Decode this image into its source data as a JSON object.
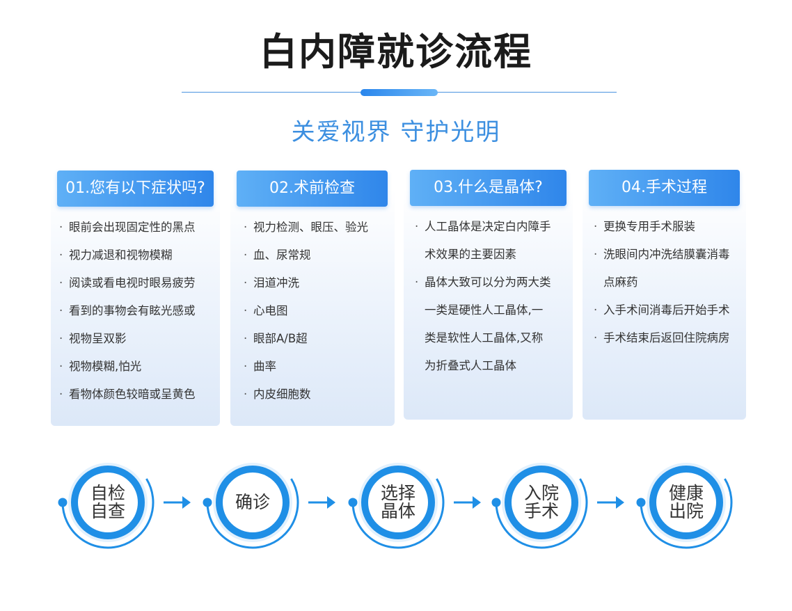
{
  "title": "白内障就诊流程",
  "subtitle": "关爱视界 守护光明",
  "cards": [
    {
      "heading": "01.您有以下症状吗?",
      "lines": [
        "眼前会出现固定性的黑点",
        "视力减退和视物模糊",
        "阅读或看电视时眼易疲劳",
        "看到的事物会有眩光感或",
        "视物呈双影",
        "视物模糊,怕光",
        "看物体颜色较暗或呈黄色"
      ]
    },
    {
      "heading": "02.术前检查",
      "lines": [
        "视力检测、眼压、验光",
        "血、尿常规",
        "泪道冲洗",
        "心电图",
        "眼部A/B超",
        "曲率",
        "内皮细胞数"
      ]
    },
    {
      "heading": "03.什么是晶体?",
      "lines": [
        "人工晶体是决定白内障手",
        "术效果的主要因素",
        "晶体大致可以分为两大类",
        "一类是硬性人工晶体,一",
        "类是软性人工晶体,又称",
        "为折叠式人工晶体"
      ]
    },
    {
      "heading": "04.手术过程",
      "lines": [
        "更换专用手术服装",
        "洗眼间内冲洗结膜囊消毒",
        "点麻药",
        "入手术间消毒后开始手术",
        "手术结束后返回住院病房"
      ]
    }
  ],
  "steps": [
    {
      "line1": "自检",
      "line2": "自查"
    },
    {
      "line1": "确诊",
      "line2": ""
    },
    {
      "line1": "选择",
      "line2": "晶体"
    },
    {
      "line1": "入院",
      "line2": "手术"
    },
    {
      "line1": "健康",
      "line2": "出院"
    }
  ],
  "colors": {
    "accent": "#2f86ea",
    "flow_blue": "#1f8fe6",
    "title": "#1b1b1b",
    "subtitle": "#3c8fe0"
  }
}
